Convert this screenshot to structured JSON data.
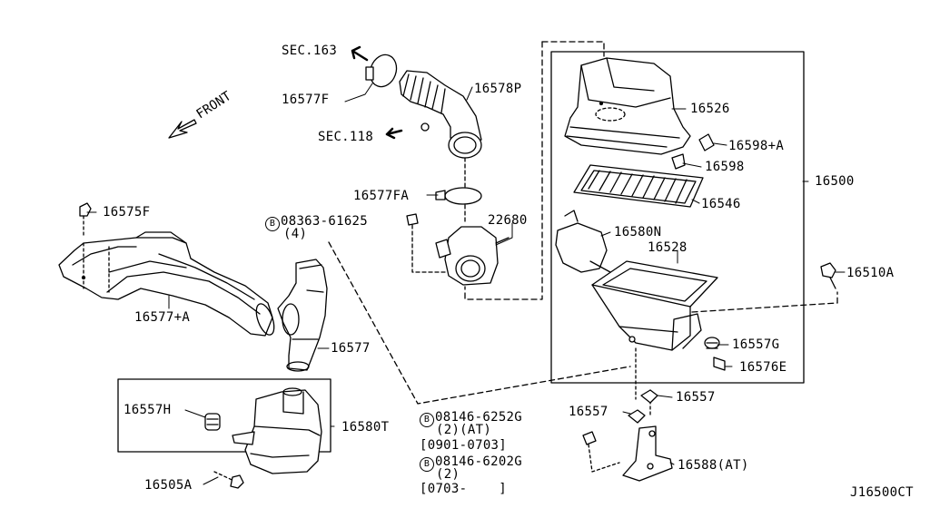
{
  "diagram_id": "J16500CT",
  "direction_label": "FRONT",
  "bolt_symbol": "B",
  "references": {
    "sec163": "SEC.163",
    "sec118": "SEC.118"
  },
  "parts": {
    "p16577F": "16577F",
    "p16578P": "16578P",
    "p16577FA": "16577FA",
    "p22680": "22680",
    "p16575F": "16575F",
    "p08363": "08363-61625",
    "p08363_qty": "(4)",
    "p16577A": "16577+A",
    "p16577": "16577",
    "p16557H": "16557H",
    "p16580T": "16580T",
    "p16505A": "16505A",
    "p16526": "16526",
    "p16598A": "16598+A",
    "p16598": "16598",
    "p16546": "16546",
    "p16580N": "16580N",
    "p16528": "16528",
    "p16500": "16500",
    "p16510A": "16510A",
    "p16557G": "16557G",
    "p16576E": "16576E",
    "p16557_right": "16557",
    "p16557_mid": "16557",
    "p08146_6252G": "08146-6252G",
    "p08146_6252G_qty": "(2)(AT)",
    "p08146_6252G_range": "[0901-0703]",
    "p08146_6202G": "08146-6202G",
    "p08146_6202G_qty": "(2)",
    "p08146_6202G_range": "[0703-    ]",
    "p16588AT": "16588(AT)"
  }
}
